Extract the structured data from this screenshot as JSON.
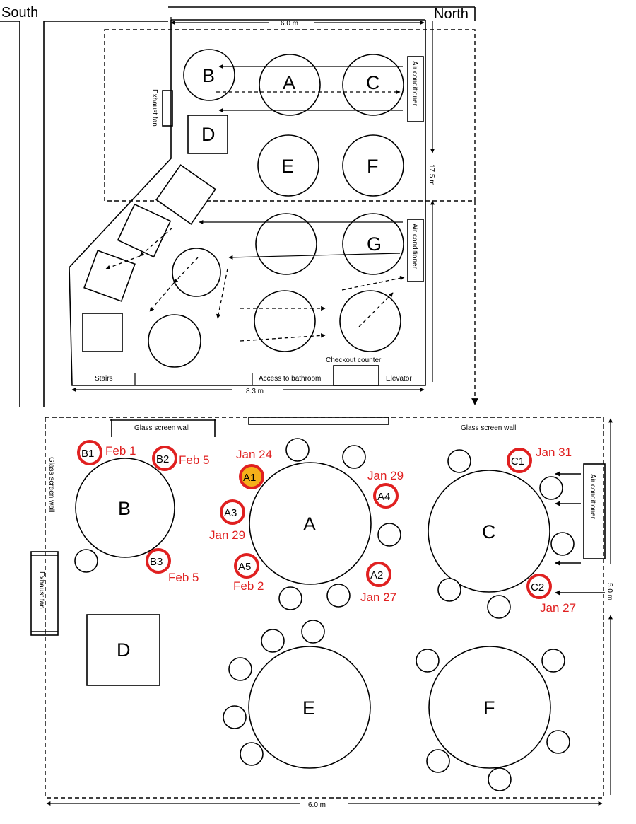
{
  "compass": {
    "south": "South",
    "north": "North"
  },
  "top_plan": {
    "dim_width": "6.0 m",
    "dim_length": "17.5 m",
    "dim_bottom": "8.3 m",
    "labels": {
      "exhaust_fan": "Exhaust fan",
      "air_conditioner_1": "Air conditioner",
      "air_conditioner_2": "Air conditioner",
      "stairs": "Stairs",
      "bathroom": "Access to bathroom",
      "checkout": "Checkout counter",
      "elevator": "Elevator"
    },
    "tables": [
      {
        "id": "B",
        "label": "B"
      },
      {
        "id": "A",
        "label": "A"
      },
      {
        "id": "C",
        "label": "C"
      },
      {
        "id": "D",
        "label": "D"
      },
      {
        "id": "E",
        "label": "E"
      },
      {
        "id": "F",
        "label": "F"
      },
      {
        "id": "G",
        "label": "G"
      }
    ]
  },
  "detail_plan": {
    "labels": {
      "glass_wall_top_left": "Glass screen wall",
      "glass_wall_top_right": "Glass screen wall",
      "glass_wall_left": "Glass screen wall",
      "exhaust_fan": "Exhaust fan",
      "air_conditioner": "Air conditioner",
      "dim_height": "5.0 m",
      "dim_width": "6.0 m"
    },
    "tables": [
      {
        "id": "B",
        "label": "B"
      },
      {
        "id": "A",
        "label": "A"
      },
      {
        "id": "C",
        "label": "C"
      },
      {
        "id": "D",
        "label": "D"
      },
      {
        "id": "E",
        "label": "E"
      },
      {
        "id": "F",
        "label": "F"
      }
    ],
    "cases": [
      {
        "id": "B1",
        "date": "Feb 1",
        "index_case": false
      },
      {
        "id": "B2",
        "date": "Feb 5",
        "index_case": false
      },
      {
        "id": "B3",
        "date": "Feb 5",
        "index_case": false
      },
      {
        "id": "A1",
        "date": "Jan 24",
        "index_case": true
      },
      {
        "id": "A2",
        "date": "Jan 27",
        "index_case": false
      },
      {
        "id": "A3",
        "date": "Jan 29",
        "index_case": false
      },
      {
        "id": "A4",
        "date": "Jan 29",
        "index_case": false
      },
      {
        "id": "A5",
        "date": "Feb 2",
        "index_case": false
      },
      {
        "id": "C1",
        "date": "Jan 31",
        "index_case": false
      },
      {
        "id": "C2",
        "date": "Jan 27",
        "index_case": false
      }
    ]
  },
  "colors": {
    "case_ring": "#e02020",
    "case_text": "#e02020",
    "index_case_fill": "#f5b01a",
    "line": "#000000"
  }
}
